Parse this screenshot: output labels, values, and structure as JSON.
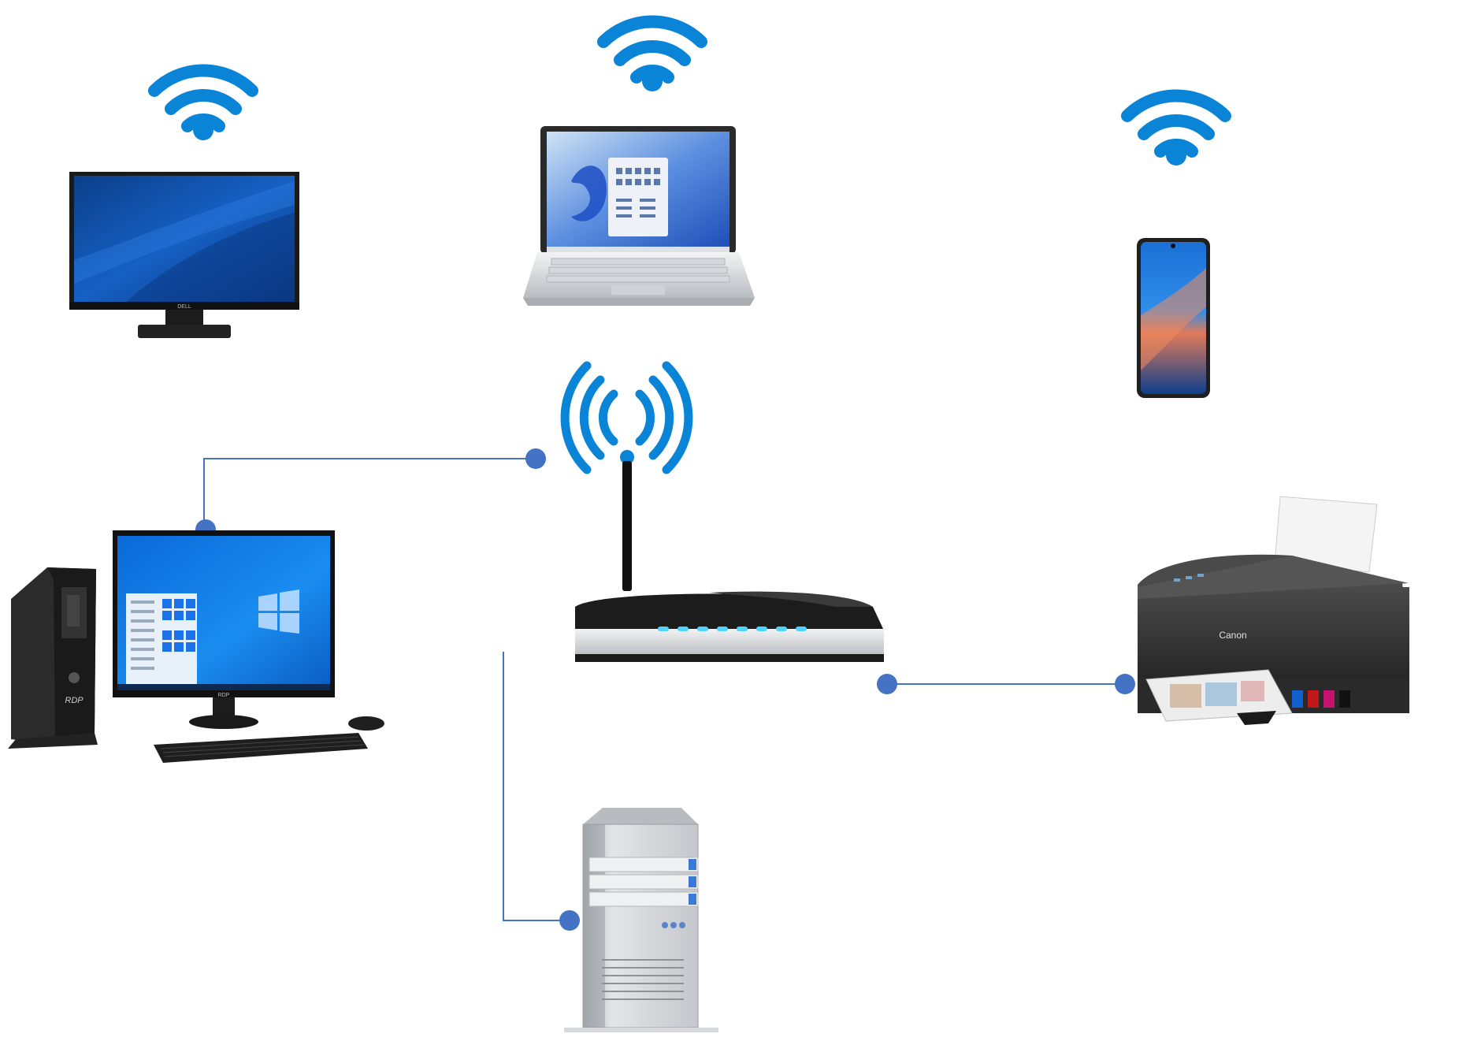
{
  "colors": {
    "wifi": "#0a84d6",
    "connector": "#4472c4",
    "screen_blue": "#1565c0",
    "win_blue": "#1e88e5",
    "case_dark": "#2b2b2b",
    "printer_body": "#3a3a3a",
    "server_light": "#d9d9d9",
    "router_silver": "#c8ccd0",
    "led": "#4fd3ff"
  },
  "diagram": {
    "nodes": [
      {
        "id": "monitor",
        "kind": "monitor",
        "connection": "wireless"
      },
      {
        "id": "laptop",
        "kind": "laptop",
        "connection": "wireless"
      },
      {
        "id": "smartphone",
        "kind": "smartphone",
        "connection": "wireless"
      },
      {
        "id": "router",
        "kind": "wireless-router",
        "connection": "hub"
      },
      {
        "id": "desktop",
        "kind": "desktop-computer",
        "connection": "wired"
      },
      {
        "id": "printer",
        "kind": "printer",
        "connection": "wired"
      },
      {
        "id": "server",
        "kind": "server",
        "connection": "wired"
      }
    ],
    "edges": [
      {
        "from": "desktop",
        "to": "router",
        "type": "wired"
      },
      {
        "from": "router",
        "to": "printer",
        "type": "wired"
      },
      {
        "from": "router",
        "to": "server",
        "type": "wired"
      }
    ],
    "icons": [
      "wifi-icon",
      "wifi-icon",
      "wifi-icon",
      "broadcast-waves-icon"
    ],
    "brand_marks": {
      "monitor_logo": "DELL",
      "printer_logo": "Canon",
      "desktop_logo": "RDP",
      "desktop_monitor_logo": "RDP"
    }
  }
}
